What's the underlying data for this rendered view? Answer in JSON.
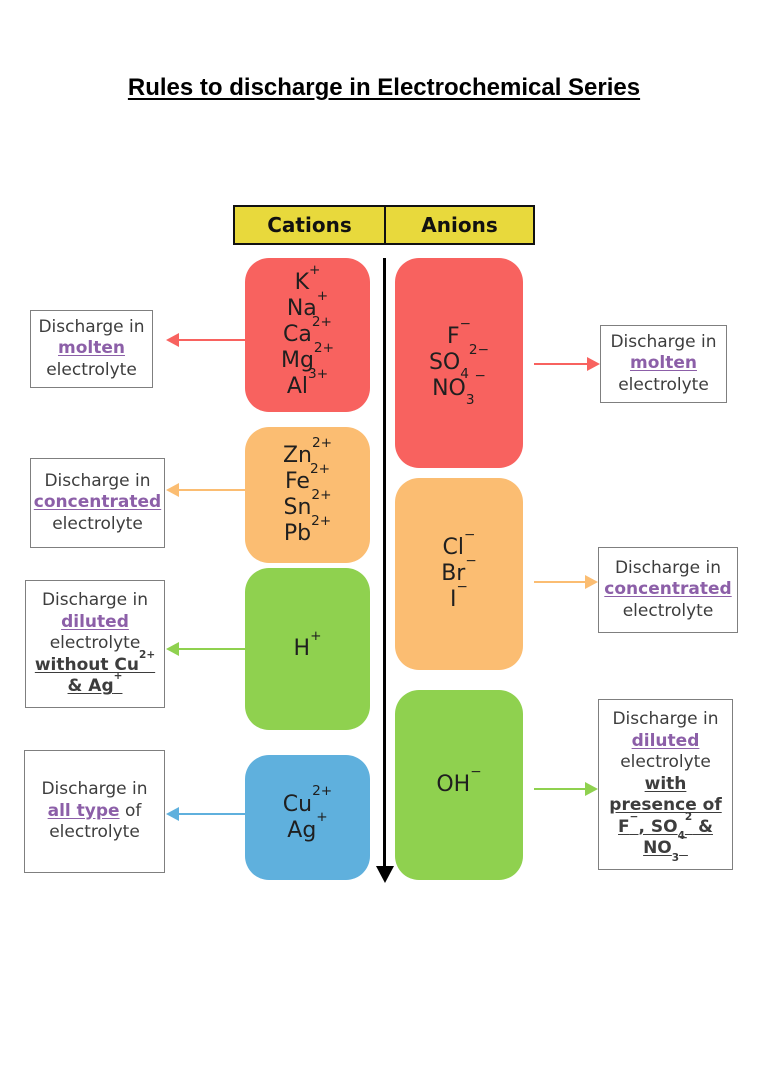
{
  "title": "Rules to discharge in Electrochemical Series",
  "header": {
    "cations": "Cations",
    "anions": "Anions"
  },
  "colors": {
    "red": "#f8625f",
    "orange": "#fbbd72",
    "green": "#8fd14f",
    "blue": "#5fb0dd",
    "header_yellow": "#e8d93c",
    "purple": "#8c5fa8",
    "series_arrow": "#000000"
  },
  "columns": {
    "cations": [
      {
        "name": "cations-reactive-group",
        "color": "red",
        "ions": [
          "K^+^",
          "Na^+^",
          "Ca^2+^",
          "Mg^2+^",
          "Al^3+^"
        ]
      },
      {
        "name": "cations-middle-group",
        "color": "orange",
        "ions": [
          "Zn^2+^",
          "Fe^2+^",
          "Sn^2+^",
          "Pb^2+^"
        ]
      },
      {
        "name": "cations-hydrogen-group",
        "color": "green",
        "ions": [
          "H^+^"
        ]
      },
      {
        "name": "cations-least-reactive-group",
        "color": "blue",
        "ions": [
          "Cu^2+^",
          "Ag^+^"
        ]
      }
    ],
    "anions": [
      {
        "name": "anions-top-group",
        "color": "red",
        "ions": [
          "F^−^",
          "SO_4_^2−^",
          "NO_3_^−^"
        ]
      },
      {
        "name": "anions-halide-group",
        "color": "orange",
        "ions": [
          "Cl^−^",
          "Br^−^",
          "I^−^"
        ]
      },
      {
        "name": "anions-hydroxide-group",
        "color": "green",
        "ions": [
          "OH^−^"
        ]
      }
    ]
  },
  "labels": [
    {
      "name": "label-molten-cations",
      "arrow_color_key": "red",
      "lines": [
        [
          {
            "t": "Discharge in",
            "s": "p"
          }
        ],
        [
          {
            "t": "molten",
            "s": "u"
          }
        ],
        [
          {
            "t": "electrolyte",
            "s": "p"
          }
        ]
      ]
    },
    {
      "name": "label-concentrated-cations",
      "arrow_color_key": "orange",
      "lines": [
        [
          {
            "t": "Discharge in",
            "s": "p"
          }
        ],
        [
          {
            "t": "concentrated",
            "s": "u"
          }
        ],
        [
          {
            "t": "electrolyte",
            "s": "p"
          }
        ]
      ]
    },
    {
      "name": "label-diluted-cations",
      "arrow_color_key": "green",
      "lines": [
        [
          {
            "t": "Discharge in",
            "s": "p"
          }
        ],
        [
          {
            "t": "diluted",
            "s": "u"
          }
        ],
        [
          {
            "t": "electrolyte",
            "s": "p"
          }
        ],
        [
          {
            "t": "without Cu^2+^",
            "s": "b"
          }
        ],
        [
          {
            "t": "& Ag^+^",
            "s": "b"
          }
        ]
      ]
    },
    {
      "name": "label-all-type-cations",
      "arrow_color_key": "blue",
      "lines": [
        [
          {
            "t": "Discharge in",
            "s": "p"
          }
        ],
        [
          {
            "t": "all type",
            "s": "u"
          },
          {
            "t": " of",
            "s": "p"
          }
        ],
        [
          {
            "t": "electrolyte",
            "s": "p"
          }
        ]
      ]
    },
    {
      "name": "label-molten-anions",
      "arrow_color_key": "red",
      "lines": [
        [
          {
            "t": "Discharge in",
            "s": "p"
          }
        ],
        [
          {
            "t": "molten",
            "s": "u"
          }
        ],
        [
          {
            "t": "electrolyte",
            "s": "p"
          }
        ]
      ]
    },
    {
      "name": "label-concentrated-anions",
      "arrow_color_key": "orange",
      "lines": [
        [
          {
            "t": "Discharge in",
            "s": "p"
          }
        ],
        [
          {
            "t": "concentrated",
            "s": "u"
          }
        ],
        [
          {
            "t": "electrolyte",
            "s": "p"
          }
        ]
      ]
    },
    {
      "name": "label-diluted-anions",
      "arrow_color_key": "green",
      "lines": [
        [
          {
            "t": "Discharge in",
            "s": "p"
          }
        ],
        [
          {
            "t": "diluted",
            "s": "u"
          }
        ],
        [
          {
            "t": "electrolyte",
            "s": "p"
          }
        ],
        [
          {
            "t": "with",
            "s": "b"
          }
        ],
        [
          {
            "t": "presence of",
            "s": "b"
          }
        ],
        [
          {
            "t": "F^−^, SO_4_^2^ &",
            "s": "b"
          }
        ],
        [
          {
            "t": "NO_3_^−^",
            "s": "b"
          }
        ]
      ]
    }
  ]
}
